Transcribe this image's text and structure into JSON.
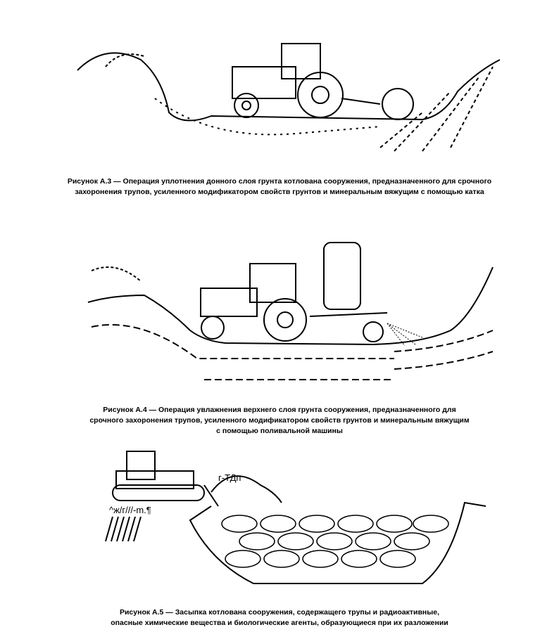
{
  "figures": [
    {
      "caption_line1": "Рисунок А.3 — Операция уплотнения донного слоя грунта котлована сооружения, предназначенного для срочного",
      "caption_line2": "захоронения трупов, усиленного модификатором свойств грунтов и минеральным вяжущим с помощью катка"
    },
    {
      "caption_line1": "Рисунок А.4 — Операция увлажнения верхнего слоя грунта сооружения, предназначенного для",
      "caption_line2": "срочного захоронения трупов, усиленного модификатором свойств грунтов и минеральным вяжущим",
      "caption_line3": "с помощью поливальной машины"
    },
    {
      "caption_line1": "Рисунок А.5 — Засыпка котлована сооружения, содержащего трупы и радиоактивные,",
      "caption_line2": "опасные химические вещества и биологические агенты, образующиеся при их разложении",
      "label_left": "^ж/г///-m.¶",
      "label_right": "г-ТДп"
    }
  ]
}
